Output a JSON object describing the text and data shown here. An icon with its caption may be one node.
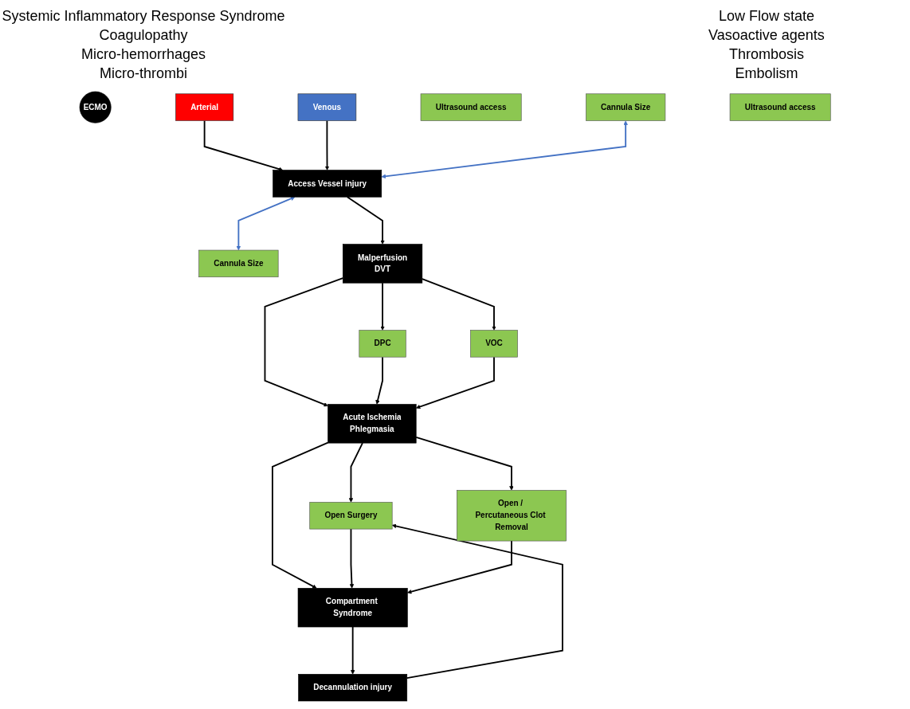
{
  "diagram": {
    "nodes": [
      {
        "text": [
          "ECMO"
        ]
      },
      {
        "text": [
          "Arterial"
        ]
      },
      {
        "text": [
          "Venous"
        ]
      },
      {
        "text": [
          "Ultrasound access"
        ]
      },
      {
        "text": [
          "Cannula Size"
        ]
      },
      {
        "text": [
          "Access Vessel injury"
        ]
      },
      {
        "text": [
          "Ultrasound access"
        ]
      },
      {
        "text": [
          "Cannula Size"
        ]
      },
      {
        "text": [
          "Malperfusion",
          "DVT"
        ]
      },
      {
        "text": [
          "DPC"
        ]
      },
      {
        "text": [
          "VOC"
        ]
      },
      {
        "text": [
          "Acute Ischemia",
          "Phlegmasia"
        ]
      },
      {
        "text": [
          "Open Surgery"
        ]
      },
      {
        "text": [
          "Compartment Syndrome"
        ]
      },
      {
        "text": [
          "Open / Percutaneous Clot Removal"
        ]
      },
      {
        "text": [
          "Decannulation injury"
        ]
      }
    ],
    "edges": [
      {
        "from": 1,
        "to": 5,
        "arrow": "to"
      },
      {
        "from": 2,
        "to": 5,
        "arrow": "to"
      },
      {
        "from": 4,
        "to": 5,
        "arrow": "both",
        "color": "#4472c4"
      },
      {
        "from": 5,
        "to": 7,
        "arrow": "both",
        "color": "#4472c4"
      },
      {
        "from": 5,
        "to": 8,
        "arrow": "to"
      },
      {
        "from": 8,
        "to": 9,
        "arrow": "to"
      },
      {
        "from": 8,
        "to": 10,
        "arrow": "to"
      },
      {
        "from": 8,
        "to": 11,
        "arrow": "to"
      },
      {
        "from": 9,
        "to": 11,
        "arrow": "to"
      },
      {
        "from": 10,
        "to": 11,
        "arrow": "to"
      },
      {
        "from": 11,
        "to": 12,
        "arrow": "to"
      },
      {
        "from": 11,
        "to": 13,
        "arrow": "to"
      },
      {
        "from": 11,
        "to": 14,
        "arrow": "to"
      },
      {
        "from": 12,
        "to": 13,
        "arrow": "to"
      },
      {
        "from": 14,
        "to": 13,
        "arrow": "to"
      },
      {
        "from": 13,
        "to": 15,
        "arrow": "to"
      },
      {
        "from": 15,
        "to": 12,
        "arrow": "to"
      }
    ],
    "labels": [
      "Systemic Inflammatory Response Syndrome",
      "Coagulopathy",
      "Micro-hemorrhages",
      "Micro-thrombi",
      "Low Flow state",
      "Vasoactive agents",
      "Thrombosis",
      "Embolism"
    ]
  }
}
